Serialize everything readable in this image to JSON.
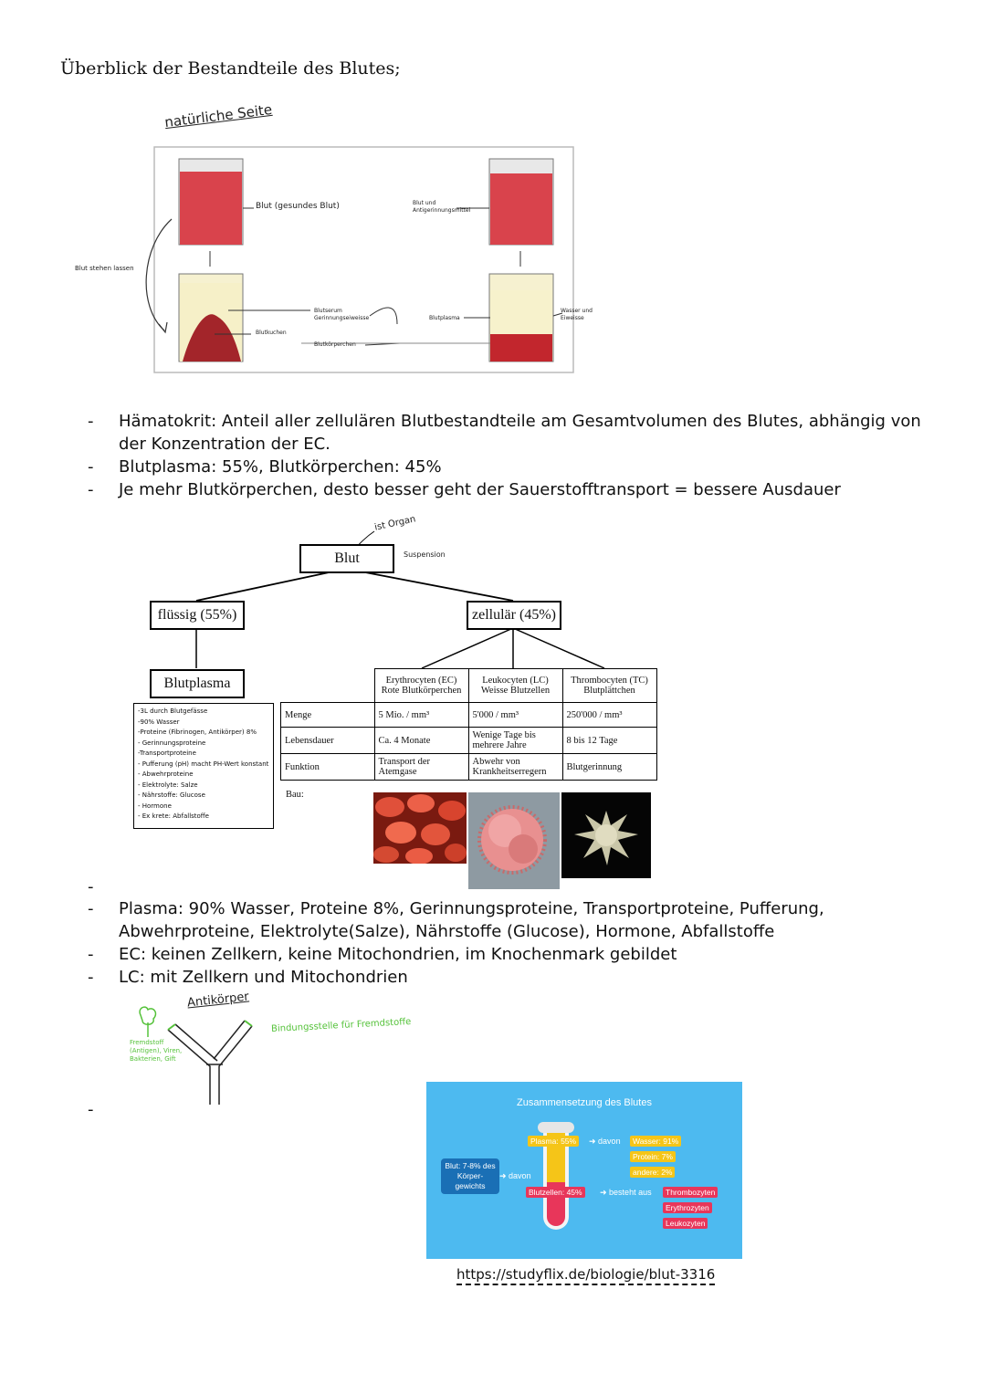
{
  "title": "Überblick der Bestandteile des Blutes;",
  "sketch": {
    "heading": "natürliche Seite",
    "label_blood": "Blut (gesundes Blut)",
    "label_blood_anti": "Blut und Antigerinnungsmittel",
    "label_let_stand": "Blut stehen lassen",
    "label_serum": "Blutserum Gerinnungseiweisse",
    "label_clot": "Blutkuchen",
    "label_cells": "Blutkörperchen",
    "label_plasma": "Blutplasma",
    "label_water": "Wasser und Eiweisse"
  },
  "bullets1": [
    "Hämatokrit: Anteil aller zellulären Blutbestandteile am Gesamtvolumen des Blutes, abhängig von der Konzentration der EC.",
    "Blutplasma: 55%, Blutkörperchen: 45%",
    "Je mehr Blutkörperchen, desto besser geht der Sauerstofftransport = bessere Ausdauer"
  ],
  "tree": {
    "root": "Blut",
    "note_organ": "ist Organ",
    "note_suspension": "Suspension",
    "left": "flüssig (55%)",
    "right": "zellulär (45%)",
    "plasma": "Blutplasma"
  },
  "table": {
    "headers": [
      "Erythrocyten (EC)\nRote Blutkörperchen",
      "Leukocyten (LC)\nWeisse Blutzellen",
      "Thrombocyten (TC)\nBlutplättchen"
    ],
    "rows": [
      {
        "label": "Menge",
        "cells": [
          "5 Mio. / mm³",
          "5'000 / mm³",
          "250'000 / mm³"
        ]
      },
      {
        "label": "Lebensdauer",
        "cells": [
          "Ca. 4 Monate",
          "Wenige Tage bis mehrere Jahre",
          "8 bis 12 Tage"
        ]
      },
      {
        "label": "Funktion",
        "cells": [
          "Transport der Atemgase",
          "Abwehr von Krankheitserregern",
          "Blutgerinnung"
        ]
      }
    ],
    "bau": "Bau:"
  },
  "plasma_notes": [
    "-3L durch Blutgefässe",
    "-90% Wasser",
    "-Proteine (Fibrinogen, Antikörper) 8%",
    "- Gerinnungsproteine",
    "-Transportproteine",
    "- Pufferung (pH) macht PH-Wert konstant",
    "- Abwehrproteine",
    "- Elektrolyte: Salze",
    "- Nährstoffe: Glucose",
    "- Hormone",
    "- Ex krete: Abfallstoffe"
  ],
  "bullets2": [
    "",
    "Plasma: 90% Wasser, Proteine 8%, Gerinnungsproteine, Transportproteine, Pufferung, Abwehrproteine, Elektrolyte(Salze), Nährstoffe (Glucose), Hormone, Abfallstoffe",
    "EC: keinen Zellkern, keine Mitochondrien, im Knochenmark gebildet",
    "LC: mit Zellkern und Mitochondrien"
  ],
  "antibody": {
    "title": "Antikörper",
    "binding": "Bindungsstelle für Fremdstoffe",
    "foreign": "Fremdstoff (Antigen), Viren, Bakterien, Gift"
  },
  "infographic": {
    "title": "Zusammensetzung des Blutes",
    "blood": "Blut: 7-8% des Körper-gewichts",
    "davon": "davon",
    "plasma": "Plasma: 55%",
    "water": "Wasser: 91%",
    "protein": "Protein: 7%",
    "other": "andere: 2%",
    "cells": "Blutzellen: 45%",
    "consists": "besteht aus",
    "thrombo": "Thrombozyten",
    "erythro": "Erythrozyten",
    "leuko": "Leukozyten"
  },
  "url": "https://studyflix.de/biologie/blut-3316"
}
